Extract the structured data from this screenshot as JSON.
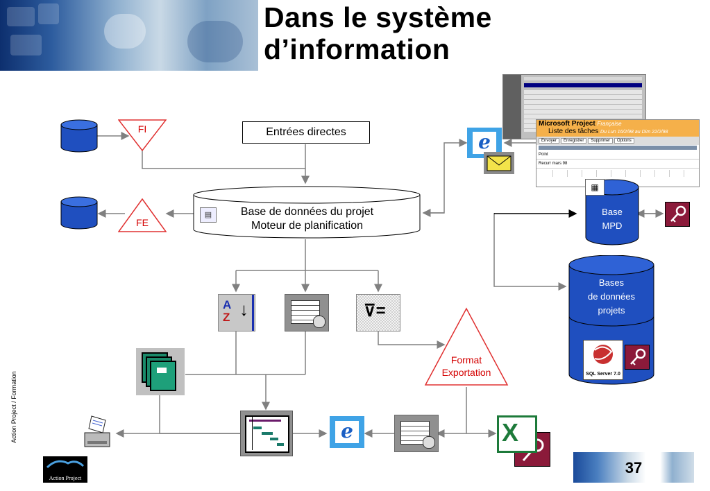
{
  "slide": {
    "title_line1": "Dans le système",
    "title_line2": "d’information",
    "page_number": "37",
    "side_text": "Action Project /   Formation",
    "logo_text": "Action Project"
  },
  "diagram": {
    "fi_label": "FI",
    "fe_label": "FE",
    "entrees_label": "Entrées directes",
    "base_line1": "Base de données du projet",
    "base_line2": "Moteur de planification",
    "base_mpd_line1": "Base",
    "base_mpd_line2": "MPD",
    "bases_line1": "Bases",
    "bases_line2": "de données",
    "bases_line3": "projets",
    "format_line1": "Format",
    "format_line2": "Exportation"
  },
  "screenshot": {
    "header_title": "Microsoft Project",
    "header_sub": "Française",
    "list_title": "Liste des tâches",
    "list_range": "Du Lun 16/2/98 au Dim 22/2/98",
    "tabs": [
      "Envoyer",
      "Enregistrer",
      "Supprimer",
      "Options"
    ],
    "row1": "Point",
    "row2": "Recurr mars 98"
  },
  "sqlserver_text": "SQL Server 7.0",
  "colors": {
    "cylinder_blue": "#1f4fbf",
    "arrow_gray": "#808080",
    "triangle_red": "#e03030",
    "fe_red": "#d40000",
    "access_maroon": "#8b1a3a",
    "excel_green": "#1d7a3a",
    "ie_blue": "#2a7ad4"
  }
}
